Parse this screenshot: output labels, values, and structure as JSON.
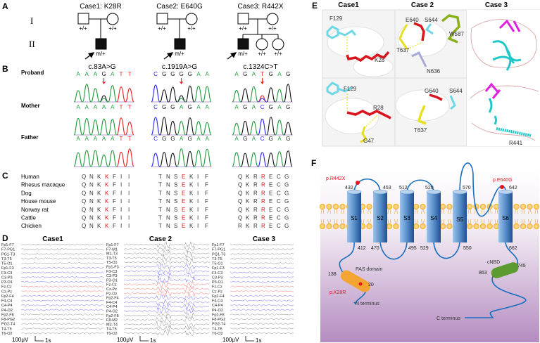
{
  "panel_labels": {
    "A": "A",
    "B": "B",
    "C": "C",
    "D": "D",
    "E": "E",
    "F": "F"
  },
  "pedigree": {
    "generations": [
      "I",
      "II"
    ],
    "cases": [
      {
        "title": "Case1: K28R",
        "father": "+/+",
        "mother": "+/+",
        "proband": "m/+",
        "siblings": []
      },
      {
        "title": "Case2: E640G",
        "father": "+/+",
        "mother": "+/+",
        "proband": "m/+",
        "siblings": []
      },
      {
        "title": "Case3: R442X",
        "father": "+/+",
        "mother": "+/+",
        "proband": "m/+",
        "siblings": [
          "+/+",
          "+/+"
        ]
      }
    ]
  },
  "sequencing": {
    "rows": [
      "Proband",
      "Mother",
      "Father"
    ],
    "base_colors": {
      "A": "#1f9a3c",
      "C": "#2424ff",
      "G": "#111111",
      "T": "#ee1c1c"
    },
    "arrow_color": "#e01010",
    "cases": [
      {
        "variant": "c.83A>G",
        "mut_index": 3,
        "seqs": [
          "AAAGATT",
          "AAAAATT",
          "AAAAATT"
        ]
      },
      {
        "variant": "c.1919A>G",
        "mut_index": 3,
        "seqs": [
          "CGGGGAA",
          "CGGAGAA",
          "CGGAGAA"
        ]
      },
      {
        "variant": "c.1324C>T",
        "mut_index": 3,
        "seqs": [
          "AGATGAG",
          "AGACGAG",
          "AGACGAG"
        ]
      }
    ]
  },
  "conservation": {
    "species": [
      "Human",
      "Rhesus macaque",
      "Dog",
      "House mouse",
      "Norway rat",
      "Cattle",
      "Chicken"
    ],
    "highlight_color": "#e01010",
    "cases": [
      {
        "highlight": 3,
        "seqs": [
          "QNKKFII",
          "QNKKFII",
          "QNKKFII",
          "QNKKFII",
          "QNKKFII",
          "QNKKFII",
          "QNKKFII"
        ]
      },
      {
        "highlight": 3,
        "seqs": [
          "TNSEKIF",
          "TNSEKIF",
          "TNSEKIF",
          "TNSEKIF",
          "TNSEKIF",
          "TNSEKIF",
          "TNSEKIF"
        ]
      },
      {
        "highlight": 3,
        "seqs": [
          "QKRRECG",
          "QKRRECG",
          "QKRRECG",
          "QKRRECG",
          "QKRRECG",
          "QKRRECG",
          "RKRRECG"
        ]
      }
    ]
  },
  "eeg": {
    "cases": [
      {
        "title": "Case1",
        "scale": "100μV",
        "time": "1s",
        "channels": [
          "Fp1-F7",
          "F7-PG1",
          "PG1-T3",
          "T3-T5",
          "T5-O1",
          "Fp1-F3",
          "F3-C3",
          "C3-P3",
          "P3-O1",
          "Fz-Cz",
          "Cz-Pz",
          "Fp2-F4",
          "F4-C4",
          "C4-P4",
          "P4-O2",
          "Fp2-F8",
          "F8-PG2",
          "PG2-T4",
          "T4-T6",
          "T6-O2"
        ]
      },
      {
        "title": "Case 2",
        "scale": "100μV",
        "time": "1s",
        "channels": [
          "Fp1-F7",
          "F7-M1",
          "M1-T3",
          "T3-T5",
          "T5-O1",
          "Fp1-F3",
          "F3-C3",
          "C3-P3",
          "P3-O1",
          "Fz-Cz",
          "Cz-Pz",
          "Pz-Oz",
          "Fp2-F4",
          "F4-C4",
          "C4-P4",
          "P4-O2",
          "Fp2-F8",
          "F8-M2",
          "M2-T4",
          "T4-T6",
          "T6-O2"
        ]
      },
      {
        "title": "Case 3",
        "scale": "100μV",
        "time": "1s",
        "channels": [
          "Fp1-F7",
          "F7-PG1",
          "PG1-T3",
          "T3-T5",
          "T5-O1",
          "Fp1-F3",
          "F3-C3",
          "C3-P3",
          "P3-O1",
          "Fz-Cz",
          "Cz-Pz",
          "Fp2-F4",
          "F4-C4",
          "C4-P4",
          "P4-O2",
          "Fp2-F8",
          "F8-PG2",
          "PG2-T4",
          "T4-T6",
          "T6-O2"
        ]
      }
    ],
    "colors": {
      "lateral": "#8a8a8a",
      "para": "#6b6bf0",
      "mid": "#f07070"
    }
  },
  "structure": {
    "titles": [
      "Case1",
      "Case 2",
      "Case 3"
    ],
    "wt": {
      "c1": [
        "F129",
        "K28"
      ],
      "c2": [
        "E640",
        "S644",
        "W587",
        "T637",
        "N636"
      ]
    },
    "mut": {
      "c1": [
        "F129",
        "R28",
        "G47"
      ],
      "c2": [
        "G640",
        "S644",
        "T637"
      ],
      "c3": [
        "R441"
      ]
    }
  },
  "topology": {
    "segments": [
      "S1",
      "S2",
      "S3",
      "S4",
      "S5",
      "S6"
    ],
    "top_numbers": [
      "432",
      "453",
      "512",
      "520",
      "570",
      "642"
    ],
    "bottom_numbers": [
      "412",
      "470",
      "495",
      "529",
      "550",
      "662"
    ],
    "mutations": [
      "p.R442X",
      "p.E640G",
      "p.K28R"
    ],
    "pas": {
      "label": "PAS domain",
      "start": "138",
      "end": "20"
    },
    "cnbd": {
      "label": "cNBD",
      "start": "745",
      "end": "863"
    },
    "n_terminus": "N terminus",
    "c_terminus": "C terminus",
    "colors": {
      "mutation": "#e8141c",
      "loop": "#1a6fbf",
      "pas": "#f4a431",
      "cnbd": "#5c9a32",
      "lipid": "#f5c04a"
    }
  }
}
